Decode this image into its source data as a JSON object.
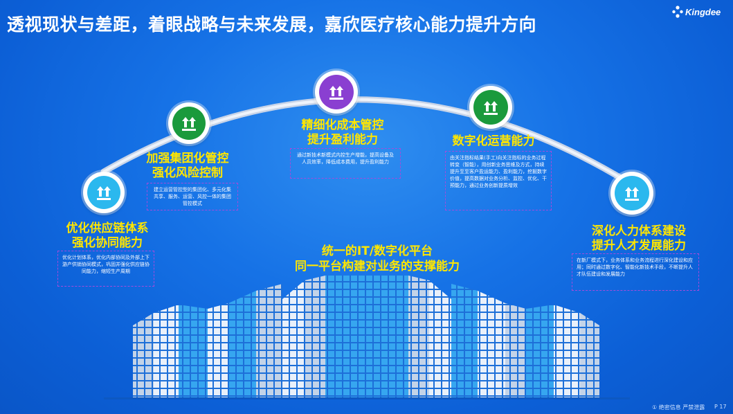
{
  "title": "透视现状与差距，着眼战略与未来发展，嘉欣医疗核心能力提升方向",
  "brand": {
    "name": "Kingdee"
  },
  "items": [
    {
      "heading_line1": "优化供应链体系",
      "heading_line2": "强化协同能力",
      "desc": "优化计划体系，优化内部协同及外部上下游产供销协同模式，巩固并强化供应链协同能力，缩短生产周期",
      "color": "#2bb8ee"
    },
    {
      "heading_line1": "加强集团化管控",
      "heading_line2": "强化风险控制",
      "desc": "建立运营管控型的集团化、多元化集共享、服务、运营、风控一体的集团管控模式",
      "color": "#1a9a3c"
    },
    {
      "heading_line1": "精细化成本管控",
      "heading_line2": "提升盈利能力",
      "desc": "通过新技术新模式内控生产增能，提高设备及人员效率，降低成本费用，提升盈利能力",
      "color": "#8a3fd1"
    },
    {
      "heading_line1": "数字化运营能力",
      "heading_line2": "",
      "desc": "由关注指标结果(手工)向关注指标的业务过程转变（智能），用创新业务思维及方式，持续提升至至客户盈运能力、盈利能力，挖掘数字价值，提高数据对业务分析、监控、优化、干预能力，通过业务创新提质增效",
      "color": "#1a9a3c"
    },
    {
      "heading_line1": "深化人力体系建设",
      "heading_line2": "提升人才发展能力",
      "desc": "在新厂模式下，业务体系和业务流程进行深化建设和应用；同时通过数字化、智能化新技术手段，不断提升人才队伍建设和发展能力",
      "color": "#2bb8ee"
    }
  ],
  "platform": {
    "line1": "统一的IT/数字化平台",
    "line2": "同一平台构建对业务的支撑能力"
  },
  "footer": {
    "text": "① 绝密信息 严禁泄露",
    "page": "P 17"
  }
}
